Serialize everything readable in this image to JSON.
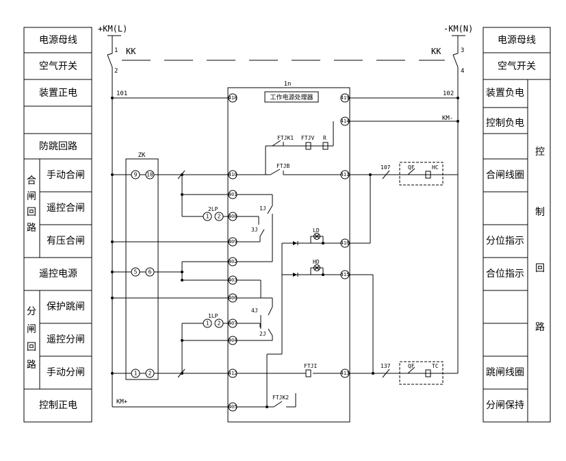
{
  "left_table": {
    "rows": [
      "电源母线",
      "空气开关",
      "装置正电",
      "",
      "防跳回路"
    ],
    "close_group": {
      "label_chars": [
        "合",
        "闸",
        "回",
        "路"
      ],
      "items": [
        "手动合闸",
        "遥控合闸",
        "有压合闸"
      ]
    },
    "remote_power": "遥控电源",
    "open_group": {
      "label_chars": [
        "分",
        "闸",
        "回",
        "路"
      ],
      "items": [
        "保护跳闸",
        "遥控分闸",
        "手动分闸"
      ]
    },
    "control_positive": "控制正电"
  },
  "right_table": {
    "rows": [
      "电源母线",
      "空气开关",
      "装置负电",
      "控制负电",
      "",
      "合闸线圈",
      "",
      "分位指示",
      "合位指示",
      "",
      "",
      "跳闸线圈",
      "分闸保持"
    ],
    "side_label_chars": [
      "控",
      "制",
      "回",
      "路"
    ]
  },
  "bus": {
    "left_label": "+KM(L)",
    "right_label": "-KM(N)",
    "switch_name_left": "KK",
    "switch_name_right": "KK",
    "left_terminals": [
      "1",
      "2"
    ],
    "right_terminals": [
      "3",
      "4"
    ],
    "wire_101": "101",
    "wire_102": "102",
    "km_minus": "KM-",
    "km_plus": "KM+"
  },
  "device": {
    "name": "1n",
    "power_box": "工作电源处理器",
    "pins": {
      "p418": "418",
      "p419": "419",
      "p414": "414",
      "p410": "410",
      "p411": "411",
      "p401": "401",
      "p408": "408",
      "p409": "409",
      "p402": "402",
      "p403": "403",
      "p416": "416",
      "p415": "415",
      "p406": "406",
      "p407": "407",
      "p404": "404",
      "p412": "412",
      "p413": "413",
      "p405": "405"
    },
    "relays": {
      "ftjk1": "FTJK1",
      "ftjv": "FTJV",
      "r": "R",
      "ftjb": "FTJB",
      "j1": "1J",
      "j3": "3J",
      "j4": "4J",
      "j2": "2J",
      "ftji": "FTJI",
      "ftjk2": "FTJK2"
    },
    "lamps": {
      "ld": "LD",
      "hd": "HD"
    }
  },
  "zk": {
    "name": "ZK",
    "terminals": [
      "9",
      "10",
      "5",
      "6",
      "1",
      "2"
    ]
  },
  "plates": {
    "lp2": "2LP",
    "lp1": "1LP",
    "terms": [
      "1",
      "2"
    ]
  },
  "breaker": {
    "w107": "107",
    "w137": "137",
    "qf": "QF",
    "hc": "HC",
    "tc": "TC"
  }
}
